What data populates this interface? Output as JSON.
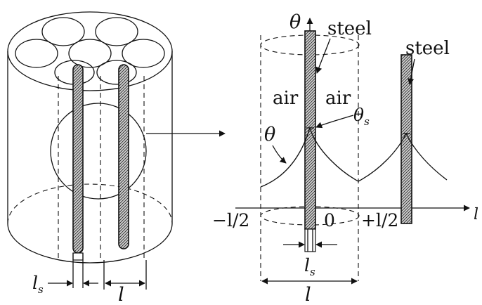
{
  "labels": {
    "theta_axis": "θ",
    "steel_center": "steel",
    "steel_right": "steel",
    "air_left": "air",
    "air_right": "air",
    "theta_s": "θ",
    "theta_s_sub": "s",
    "theta_curve": "θ",
    "origin": "0",
    "minus_half": "−l/2",
    "plus_half": "+l/2",
    "x_axis": "l",
    "ls_right": "l",
    "ls_right_sub": "s",
    "l_right": "l",
    "ls_left": "l",
    "ls_left_sub": "s",
    "l_left": "l"
  },
  "colors": {
    "ink": "#111111",
    "hatch_bg": "#cfcfcf"
  }
}
